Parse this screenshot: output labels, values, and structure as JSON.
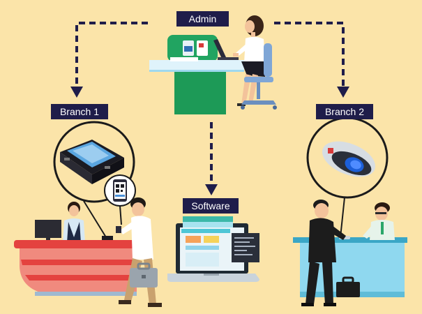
{
  "labels": {
    "admin": "Admin",
    "branch1": "Branch 1",
    "branch2": "Branch 2",
    "software": "Software"
  },
  "colors": {
    "background": "#fbe4a9",
    "label_bg": "#1f1d4a",
    "connector": "#1f1d4a",
    "admin_desk_green": "#1d9a57",
    "reception_red": "#e4423f",
    "counter_blue": "#7ed3f0"
  },
  "icons": [
    "fingerprint-scanner-icon",
    "qr-phone-icon",
    "card-reader-device-icon",
    "laptop-icon",
    "briefcase-icon"
  ]
}
